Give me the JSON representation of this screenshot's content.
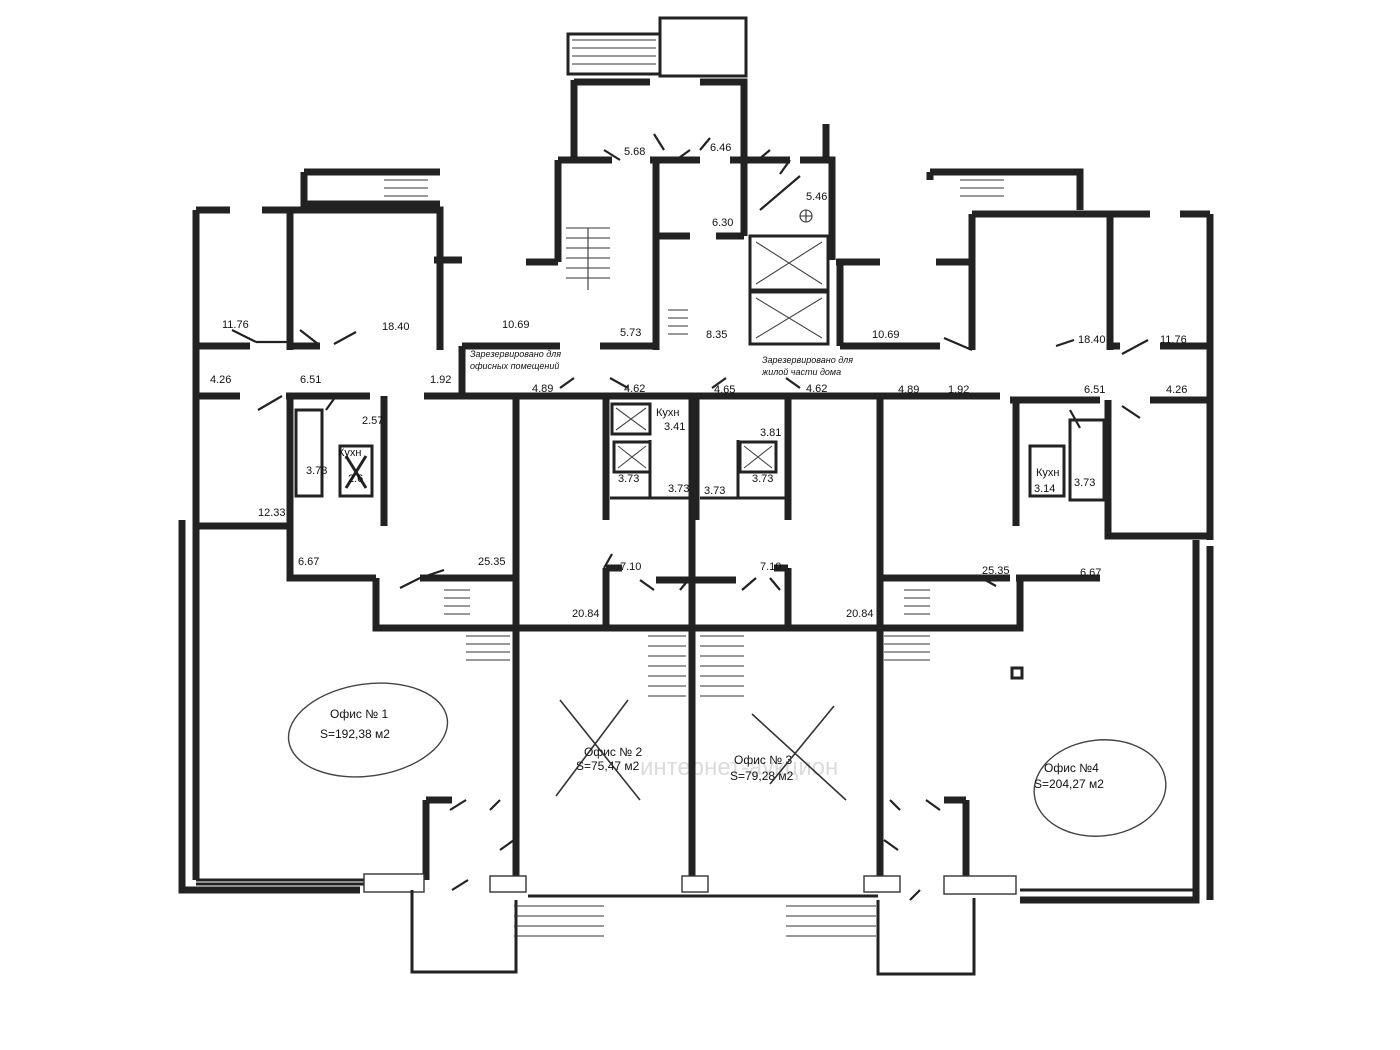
{
  "offices": [
    {
      "id": "office-1",
      "name": "Офис № 1",
      "area": "S=192,38 м2",
      "status": "available"
    },
    {
      "id": "office-2",
      "name": "Офис № 2",
      "area": "S=75,47 м2",
      "status": "crossed-out"
    },
    {
      "id": "office-3",
      "name": "Офис № 3",
      "area": "S=79,28 м2",
      "status": "crossed-out"
    },
    {
      "id": "office-4",
      "name": "Офис №4",
      "area": "S=204,27 м2",
      "status": "available"
    }
  ],
  "notes": {
    "left_reserved_line1": "Зарезервировано для",
    "left_reserved_line2": "офисных помещений",
    "right_reserved_line1": "Зарезервировано для",
    "right_reserved_line2": "жилой части дома"
  },
  "labels": {
    "kitchen": "Кухн"
  },
  "room_areas": {
    "top_5_68": "5.68",
    "top_6_46": "6.46",
    "top_5_46": "5.46",
    "top_6_30": "6.30",
    "l_11_76": "11.76",
    "l_18_40": "18.40",
    "l_10_69": "10.69",
    "c_5_73": "5.73",
    "c_8_35": "8.35",
    "r_10_69": "10.69",
    "r_18_40": "18.40",
    "r_11_76": "11.76",
    "l_4_26": "4.26",
    "l_6_51": "6.51",
    "l_1_92": "1.92",
    "c_4_89a": "4.89",
    "c_4_62a": "4.62",
    "c_4_65": "4.65",
    "c_4_62b": "4.62",
    "r_4_89": "4.89",
    "r_1_92": "1.92",
    "r_6_51": "6.51",
    "r_4_26": "4.26",
    "l_2_57": "2.57",
    "l_3_73": "3.73",
    "l_2_x": "2.6",
    "l_12_33": "12.33",
    "c_3_41": "3.41",
    "c_3_81": "3.81",
    "c_3_73a": "3.73",
    "c_3_73b": "3.73",
    "c_3_73c": "3.73",
    "c_3_73d": "3.73",
    "r_3_14": "3.14",
    "r_3_73": "3.73",
    "l_6_67": "6.67",
    "l_25_35": "25.35",
    "c_7_10a": "7.10",
    "c_7_10b": "7.10",
    "r_25_35": "25.35",
    "r_6_67": "6.67",
    "c_20_84a": "20.84",
    "c_20_84b": "20.84"
  },
  "watermark": "интернет-аукцион",
  "colors": {
    "ink": "#222222",
    "paper": "#ffffff",
    "watermark": "#dcdcdc"
  }
}
